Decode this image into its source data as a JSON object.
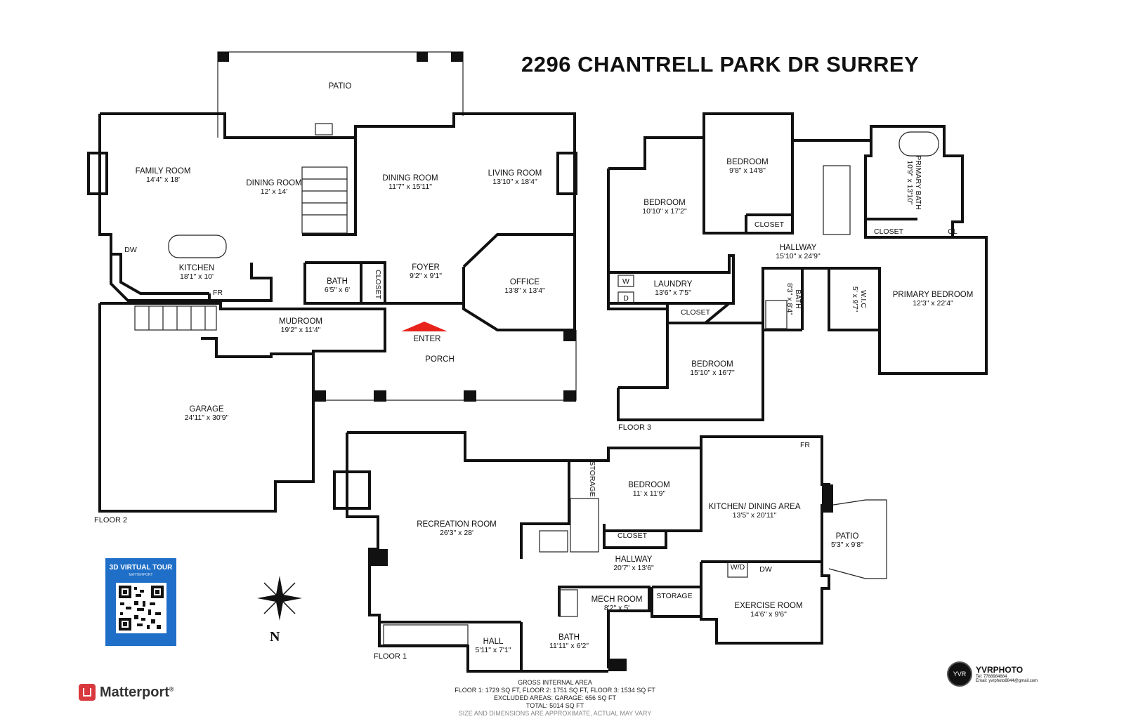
{
  "title": "2296  CHANTRELL PARK DR SURREY",
  "floors": {
    "floor1": "FLOOR 1",
    "floor2": "FLOOR 2",
    "floor3": "FLOOR 3"
  },
  "rooms": {
    "patio_f2": {
      "name": "PATIO",
      "dim": ""
    },
    "family_room": {
      "name": "FAMILY ROOM",
      "dim": "14'4\" x 18'"
    },
    "dining_room_a": {
      "name": "DINING ROOM",
      "dim": "12' x 14'"
    },
    "dining_room_b": {
      "name": "DINING ROOM",
      "dim": "11'7\" x 15'11\""
    },
    "living_room": {
      "name": "LIVING ROOM",
      "dim": "13'10\" x 18'4\""
    },
    "kitchen": {
      "name": "KITCHEN",
      "dim": "18'1\" x 10'"
    },
    "bath_f2": {
      "name": "BATH",
      "dim": "6'5\" x 6'"
    },
    "closet_f2": {
      "name": "CLOSET",
      "dim": ""
    },
    "foyer": {
      "name": "FOYER",
      "dim": "9'2\" x 9'1\""
    },
    "office": {
      "name": "OFFICE",
      "dim": "13'8\" x 13'4\""
    },
    "mudroom": {
      "name": "MUDROOM",
      "dim": "19'2\" x 11'4\""
    },
    "porch": {
      "name": "PORCH",
      "dim": ""
    },
    "garage": {
      "name": "GARAGE",
      "dim": "24'11\" x 30'9\""
    },
    "bedroom_a": {
      "name": "BEDROOM",
      "dim": "9'8\" x 14'8\""
    },
    "bedroom_b": {
      "name": "BEDROOM",
      "dim": "10'10\" x 17'2\""
    },
    "closet_f3a": {
      "name": "CLOSET",
      "dim": ""
    },
    "primary_bath": {
      "name": "PRIMARY BATH",
      "dim": "10'9\" x 13'10\""
    },
    "closet_f3b": {
      "name": "CLOSET",
      "dim": ""
    },
    "cl_f3": {
      "name": "CL",
      "dim": ""
    },
    "hallway_f3": {
      "name": "HALLWAY",
      "dim": "15'10\" x 24'9\""
    },
    "laundry": {
      "name": "LAUNDRY",
      "dim": "13'6\" x 7'5\""
    },
    "closet_f3c": {
      "name": "CLOSET",
      "dim": ""
    },
    "bath_f3": {
      "name": "BATH",
      "dim": "8'3\" x 8'4\""
    },
    "wic": {
      "name": "W.I.C",
      "dim": "5' x 9'7\""
    },
    "primary_bedroom": {
      "name": "PRIMARY BEDROOM",
      "dim": "12'3\" x 22'4\""
    },
    "bedroom_c": {
      "name": "BEDROOM",
      "dim": "15'10\" x 16'7\""
    },
    "recreation_room": {
      "name": "RECREATION ROOM",
      "dim": "26'3\" x 28'"
    },
    "storage_a": {
      "name": "STORAGE",
      "dim": ""
    },
    "bedroom_d": {
      "name": "BEDROOM",
      "dim": "11' x 11'9\""
    },
    "kitchen_dining": {
      "name": "KITCHEN/ DINING AREA",
      "dim": "13'5\" x 20'11\""
    },
    "closet_f1": {
      "name": "CLOSET",
      "dim": ""
    },
    "patio_f1": {
      "name": "PATIO",
      "dim": "5'3\" x 9'8\""
    },
    "hallway_f1": {
      "name": "HALLWAY",
      "dim": "20'7\" x 13'6\""
    },
    "mech_room": {
      "name": "MECH ROOM",
      "dim": "8'2\" x 5'"
    },
    "storage_b": {
      "name": "STORAGE",
      "dim": ""
    },
    "exercise_room": {
      "name": "EXERCISE ROOM",
      "dim": "14'6\" x 9'6\""
    },
    "hall_f1": {
      "name": "HALL",
      "dim": "5'11\" x 7'1\""
    },
    "bath_f1": {
      "name": "BATH",
      "dim": "11'11\" x 6'2\""
    }
  },
  "fixtures": {
    "dw_f2": "DW",
    "fr_f2": "FR",
    "w": "W",
    "d": "D",
    "fr_f1": "FR",
    "wd_f1": "W/D",
    "dw_f1": "DW",
    "enter": "ENTER"
  },
  "area": {
    "heading": "GROSS INTERNAL AREA",
    "floors": "FLOOR 1: 1729 SQ FT, FLOOR 2: 1751 SQ FT, FLOOR 3: 1534 SQ FT",
    "excluded": "EXCLUDED AREAS: GARAGE: 656 SQ FT",
    "total": "TOTAL: 5014 SQ FT",
    "note": "SIZE AND DIMENSIONS ARE APPROXIMATE, ACTUAL MAY VARY"
  },
  "virtual_tour": {
    "title": "3D VIRTUAL TOUR",
    "subtitle": "MATTERPORT"
  },
  "compass": {
    "north": "N"
  },
  "brand": {
    "matterport": "Matterport",
    "registered": "®"
  },
  "photographer": {
    "name": "YVRPHOTO",
    "badge": "YVR",
    "tel": "Tel:   7788984884",
    "email": "Email:   yvrphoto8844@gmail.com"
  },
  "colors": {
    "enter_arrow": "#e8231c",
    "vt_bg": "#1f6fc8",
    "matterport_red": "#d9393e"
  }
}
